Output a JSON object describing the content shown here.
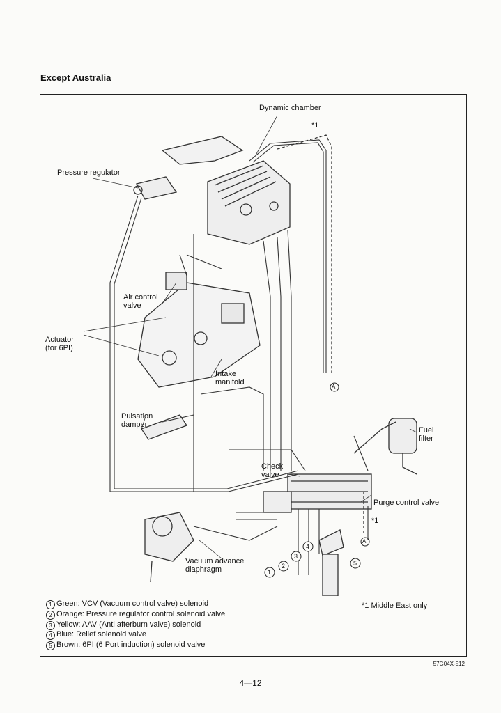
{
  "heading": "Except Australia",
  "labels": {
    "dynamic_chamber": "Dynamic chamber",
    "star1_top": "*1",
    "pressure_regulator": "Pressure regulator",
    "air_control_valve": "Air control\nvalve",
    "actuator": "Actuator\n(for 6PI)",
    "intake_manifold": "Intake\nmanifold",
    "pulsation_damper": "Pulsation\ndamper",
    "fuel_filter": "Fuel\nfilter",
    "check_valve": "Check\nvalve",
    "purge_control_valve": "Purge control valve",
    "star1_right": "*1",
    "vacuum_advance": "Vacuum advance\ndiaphragm",
    "a_top": "A",
    "a_bottom": "A"
  },
  "callouts": [
    "1",
    "2",
    "3",
    "4",
    "5"
  ],
  "legend": [
    {
      "num": "1",
      "text": "Green: VCV (Vacuum control valve) solenoid"
    },
    {
      "num": "2",
      "text": "Orange: Pressure regulator control solenoid valve"
    },
    {
      "num": "3",
      "text": "Yellow: AAV (Anti afterburn valve) solenoid"
    },
    {
      "num": "4",
      "text": "Blue: Relief solenoid valve"
    },
    {
      "num": "5",
      "text": "Brown: 6PI (6 Port induction) solenoid valve"
    }
  ],
  "note": "*1 Middle East only",
  "figure_code": "57G04X-512",
  "page_number": "4—12"
}
